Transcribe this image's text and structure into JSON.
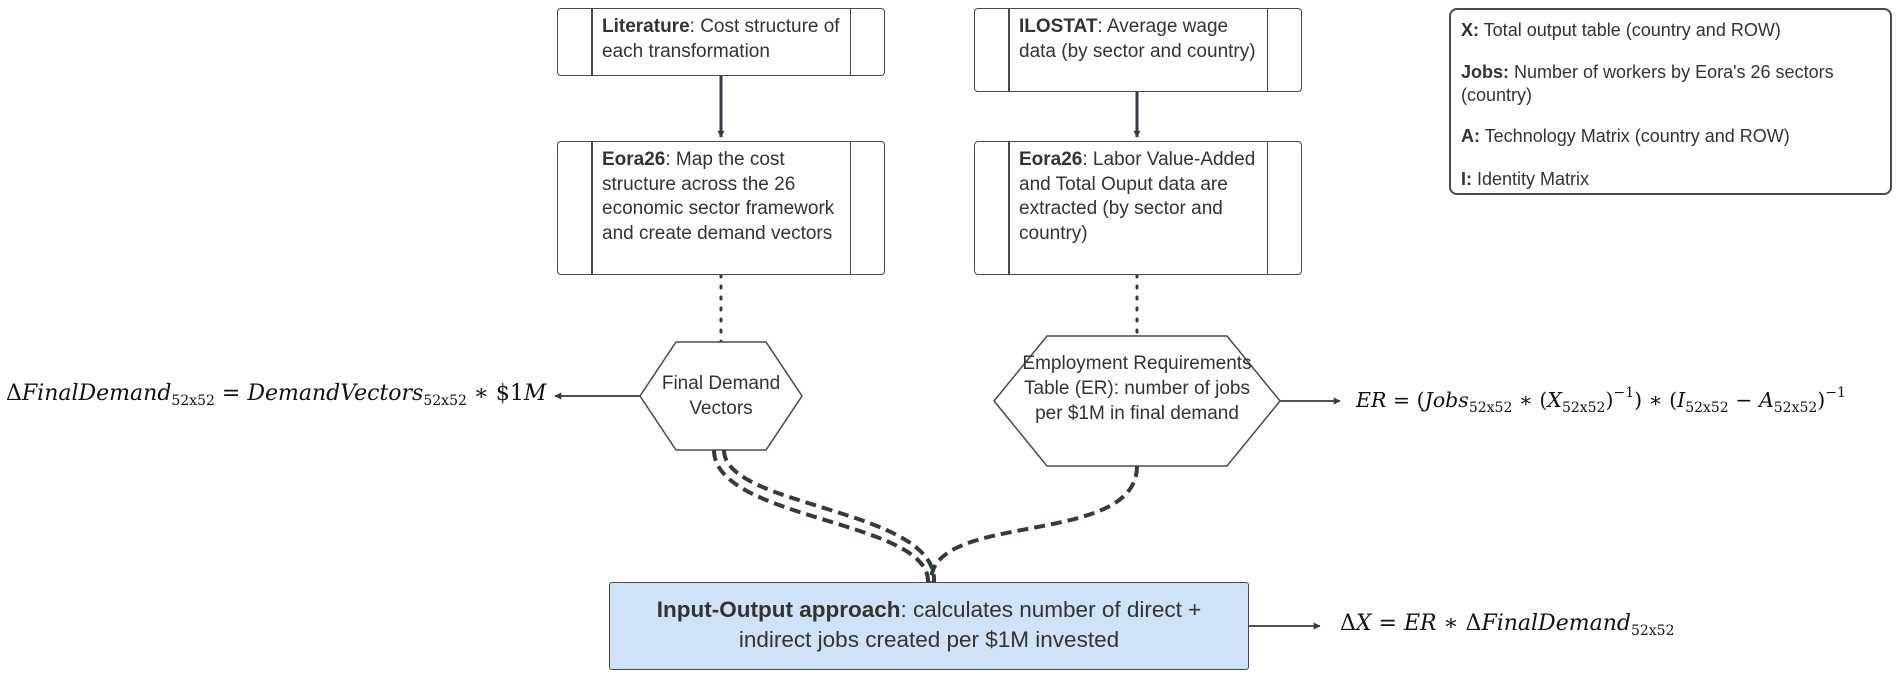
{
  "boxes": {
    "literature": {
      "bold": "Literature",
      "text": ": Cost structure of each transformation"
    },
    "ilostat": {
      "bold": "ILOSTAT",
      "text": ": Average wage data (by sector and country)"
    },
    "eora_left": {
      "bold": "Eora26",
      "text": ":  Map the cost structure across the 26 economic sector framework and create demand vectors"
    },
    "eora_right": {
      "bold": "Eora26",
      "text": ": Labor Value-Added and Total Ouput data are extracted (by sector and country)"
    }
  },
  "hexagons": {
    "final_demand": "Final Demand Vectors",
    "employment_requirements": "Employment Requirements Table (ER): number of jobs per $1M in final demand"
  },
  "io_box": {
    "bold": "Input-Output approach",
    "text": ": calculates number of direct + indirect jobs created per $1M invested"
  },
  "legend": [
    {
      "key": "X:",
      "text": " Total output table (country and ROW)"
    },
    {
      "key": "Jobs:",
      "text": " Number of workers by Eora's 26 sectors (country)"
    },
    {
      "key": "A:",
      "text": " Technology Matrix (country and ROW)"
    },
    {
      "key": "I:",
      "text": " Identity Matrix"
    }
  ],
  "formulas": {
    "final_demand": {
      "delta": "Δ",
      "lhs": "FinalDemand",
      "sub1": "52x52",
      "eq": " = ",
      "rhs": "DemandVectors",
      "sub2": "52x52",
      "tail": " ∗ $1",
      "unit": "M"
    },
    "er": {
      "lhs": "ER",
      "eq": " = (",
      "jobs": "Jobs",
      "sub_jobs": "52x52",
      "mul1": " ∗ (",
      "x": "X",
      "sub_x": "52x52",
      "inv1": "−1",
      "close1": ") ∗ (",
      "i": "I",
      "sub_i": "52x52",
      "minus": " − ",
      "a": "A",
      "sub_a": "52x52",
      "inv2": "−1"
    },
    "delta_x": {
      "delta": "Δ",
      "x": "X",
      "eq": " = ",
      "er": "ER",
      "mul": " ∗ Δ",
      "fd": "FinalDemand",
      "sub": "52x52"
    }
  },
  "colors": {
    "stroke": "#333a45",
    "io_fill": "#cfe2f8",
    "box_border": "#4a4a4a"
  }
}
